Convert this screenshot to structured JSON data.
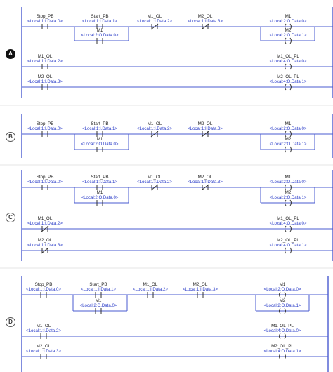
{
  "options": [
    {
      "letter": "A",
      "selected": true,
      "rungs": [
        {
          "contacts": [
            {
              "name": "Stop_PB",
              "address": "<Local:1:I.Data.0>",
              "type": "XIC"
            },
            {
              "name": "Start_PB",
              "address": "<Local:1:I.Data.1>",
              "type": "XIC"
            },
            {
              "name": "M1_OL",
              "address": "<Local:1:I.Data.2>",
              "type": "XIO"
            },
            {
              "name": "M2_OL",
              "address": "<Local:1:I.Data.3>",
              "type": "XIO"
            }
          ],
          "seal": {
            "name": "M1",
            "address": "<Local:2:O.Data.0>",
            "type": "XIC"
          },
          "coils": [
            {
              "name": "M1",
              "address": "<Local:2:O.Data.0>"
            },
            {
              "name": "M2",
              "address": "<Local:2:O.Data.1>"
            }
          ]
        },
        {
          "contacts": [
            {
              "name": "M1_OL",
              "address": "<Local:1:I.Data.2>",
              "type": "XIC"
            }
          ],
          "coils": [
            {
              "name": "M1_OL_PL",
              "address": "<Local:4:O.Data.0>"
            }
          ]
        },
        {
          "contacts": [
            {
              "name": "M2_OL",
              "address": "<Local:1:I.Data.3>",
              "type": "XIC"
            }
          ],
          "coils": [
            {
              "name": "M2_OL_PL",
              "address": "<Local:4:O.Data.1>"
            }
          ]
        }
      ]
    },
    {
      "letter": "B",
      "selected": false,
      "rungs": [
        {
          "contacts": [
            {
              "name": "Stop_PB",
              "address": "<Local:1:I.Data.0>",
              "type": "XIC"
            },
            {
              "name": "Start_PB",
              "address": "<Local:1:I.Data.1>",
              "type": "XIC"
            },
            {
              "name": "M1_OL",
              "address": "<Local:1:I.Data.2>",
              "type": "XIO"
            },
            {
              "name": "M2_OL",
              "address": "<Local:1:I.Data.3>",
              "type": "XIO"
            }
          ],
          "seal": {
            "name": "M1",
            "address": "<Local:2:O.Data.0>",
            "type": "XIC"
          },
          "coils": [
            {
              "name": "M1",
              "address": "<Local:2:O.Data.0>"
            },
            {
              "name": "M2",
              "address": "<Local:2:O.Data.1>"
            }
          ]
        }
      ]
    },
    {
      "letter": "C",
      "selected": false,
      "rungs": [
        {
          "contacts": [
            {
              "name": "Stop_PB",
              "address": "<Local:1:I.Data.0>",
              "type": "XIC"
            },
            {
              "name": "Start_PB",
              "address": "<Local:1:I.Data.1>",
              "type": "XIC"
            },
            {
              "name": "M1_OL",
              "address": "<Local:1:I.Data.2>",
              "type": "XIO"
            },
            {
              "name": "M2_OL",
              "address": "<Local:1:I.Data.3>",
              "type": "XIO"
            }
          ],
          "seal": {
            "name": "M1",
            "address": "<Local:2:O.Data.0>",
            "type": "XIC"
          },
          "coils": [
            {
              "name": "M1",
              "address": "<Local:2:O.Data.0>"
            },
            {
              "name": "M2",
              "address": "<Local:2:O.Data.1>"
            }
          ]
        },
        {
          "contacts": [
            {
              "name": "M1_OL",
              "address": "<Local:1:I.Data.2>",
              "type": "XIO"
            }
          ],
          "coils": [
            {
              "name": "M1_OL_PL",
              "address": "<Local:4:O.Data.0>"
            }
          ]
        },
        {
          "contacts": [
            {
              "name": "M2_OL",
              "address": "<Local:1:I.Data.3>",
              "type": "XIO"
            }
          ],
          "coils": [
            {
              "name": "M2_OL_PL",
              "address": "<Local:4:O.Data.1>"
            }
          ]
        }
      ]
    },
    {
      "letter": "D",
      "selected": false,
      "rungs": [
        {
          "contacts": [
            {
              "name": "Stop_PB",
              "address": "<Local:1:I.Data.0>",
              "type": "XIC"
            },
            {
              "name": "Start_PB",
              "address": "<Local:1:I.Data.1>",
              "type": "XIC"
            },
            {
              "name": "M1_OL",
              "address": "<Local:1:I.Data.2>",
              "type": "XIC"
            },
            {
              "name": "M2_OL",
              "address": "<Local:1:I.Data.3>",
              "type": "XIC"
            }
          ],
          "seal": {
            "name": "M1",
            "address": "<Local:2:O.Data.0>",
            "type": "XIC"
          },
          "coils": [
            {
              "name": "M1",
              "address": "<Local:2:O.Data.0>"
            },
            {
              "name": "M2",
              "address": "<Local:2:O.Data.1>"
            }
          ]
        },
        {
          "contacts": [
            {
              "name": "M1_OL",
              "address": "<Local:1:I.Data.2>",
              "type": "XIC"
            }
          ],
          "coils": [
            {
              "name": "M1_OL_PL",
              "address": "<Local:4:O.Data.0>"
            }
          ]
        },
        {
          "contacts": [
            {
              "name": "M2_OL",
              "address": "<Local:1:I.Data.3>",
              "type": "XIC"
            }
          ],
          "coils": [
            {
              "name": "M2_OL_PL",
              "address": "<Local:4:O.Data.1>"
            }
          ]
        }
      ]
    }
  ]
}
